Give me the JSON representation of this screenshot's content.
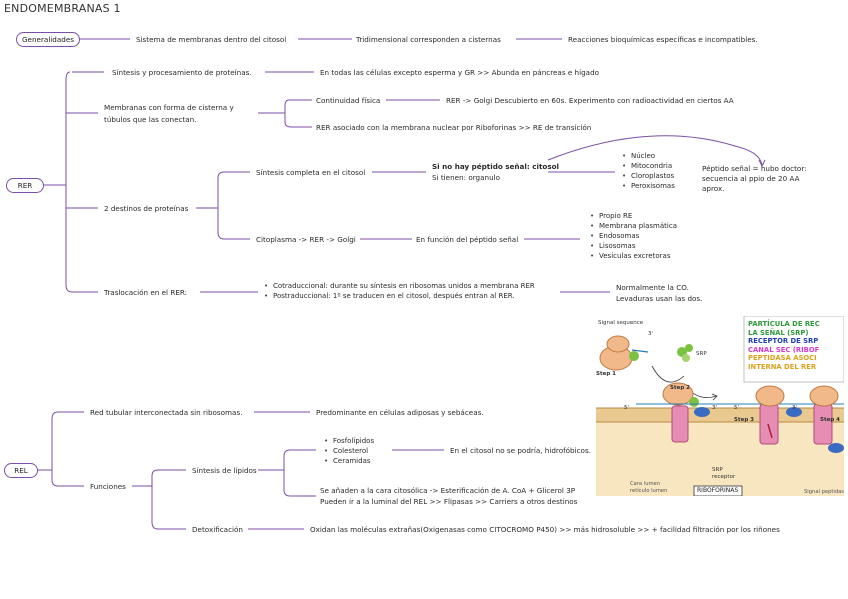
{
  "title": "ENDOMEMBRANAS 1",
  "top_row": {
    "root": "Generalidades",
    "items": [
      "Sistema de membranas dentro del citosol",
      "Tridimensional corresponden a cisternas",
      "Reacciones bioquímicas específicas e incompatibles."
    ]
  },
  "rer": {
    "root": "RER",
    "branch1": {
      "label": "Síntesis y procesamiento de proteínas.",
      "detail": "En todas las células excepto esperma y GR >> Abunda en páncreas e hígado"
    },
    "branch2": {
      "label_line1": "Membranas con forma de cisterna y",
      "label_line2": "túbulos que las conectan.",
      "sub1_label": "Continuidad física",
      "sub1_detail": "RER -> Golgi Descubierto en 60s. Experimento con radioactividad en ciertos AA",
      "sub2_label": "RER asociado con la membrana nuclear por Riboforinas >> RE de transición"
    },
    "branch3": {
      "label": "2 destinos de proteínas",
      "path1_label": "Síntesis completa en el citosol",
      "path1_cond1": "Si no hay péptido señal: citosol",
      "path1_cond2": "Si tienen: organulo",
      "path1_list": [
        "Núcleo",
        "Mitocondria",
        "Cloroplastos",
        "Peroxisomas"
      ],
      "peptide_line1": "Péptido señal = hubo doctor:",
      "peptide_line2": "secuencia al ppio de 20 AA",
      "peptide_line3": "aprox.",
      "path2_label": "Citoplasma -> RER -> Golgi",
      "path2_mid": "En función del péptido señal",
      "path2_list": [
        "Propio RE",
        "Membrana plasmática",
        "Endosomas",
        "Lisosomas",
        "Vesículas excretoras"
      ]
    },
    "branch4": {
      "label": "Traslocación en el RER:",
      "item1": "Cotraduccional: durante su síntesis en ribosomas unidos a membrana RER",
      "item2": "Postraduccional: 1º se traducen en el citosol, después entran al RER.",
      "note1": "Normalmente la CO.",
      "note2": "Levaduras usan las dos."
    }
  },
  "rel": {
    "root": "REL",
    "branch1": {
      "label": "Red tubular interconectada sin ribosomas.",
      "detail": "Predominante en células adiposas y sebáceas."
    },
    "branch2": {
      "label": "Funciones",
      "lipids_label": "Síntesis de lípidos",
      "lipids_list": [
        "Fosfolípidos",
        "Colesterol",
        "Ceramidas"
      ],
      "lipids_note": "En el citosol no se podría, hidrofóbicos.",
      "lipids_line1": "Se añaden a la cara citosólica -> Esterificación de A. CoA + Glicerol 3P",
      "lipids_line2": "Pueden ir a la luminal del REL >> Flipasas >> Carriers a otros destinos",
      "detox_label": "Detoxificación",
      "detox_detail": "Oxidan las moléculas extrañas(Oxigenasas como CITOCROMO P450) >> más hidrosoluble >> + facilidad filtración por los riñones"
    }
  },
  "figure": {
    "signal_label": "Signal sequence",
    "srp_label": "SRP",
    "step1": "Step 1",
    "step2": "Step 2",
    "step3": "Step 3",
    "step4": "Step 4",
    "five_prime_a": "5'",
    "three_prime_a": "3'",
    "five_prime_b": "5'",
    "three_prime_b": "3'",
    "five_prime_c": "5'",
    "three_prime_c": "3'",
    "five_prime_d": "5'",
    "three_prime_d": "3'",
    "srp_receptor_1": "SRP",
    "srp_receptor_2": "receptor",
    "cytosol_1": "Cara lumen",
    "cytosol_2": "retículo lumen",
    "riboforinas": "RIBOFORINAS",
    "signal_peptidase": "Signal peptidase",
    "legend": [
      {
        "text": "PARTÍCULA DE REC",
        "color": "#2e9a3a"
      },
      {
        "text": "LA SEÑAL (SRP)",
        "color": "#2e9a3a"
      },
      {
        "text": "RECEPTOR DE SRP",
        "color": "#1f3fb0"
      },
      {
        "text": "CANAL SEC (RIBOF",
        "color": "#d23ad2"
      },
      {
        "text": "PEPTIDASA ASOCI",
        "color": "#d9a21a"
      },
      {
        "text": "INTERNA DEL RER",
        "color": "#d9a21a"
      }
    ]
  },
  "colors": {
    "line": "#7b4fa6",
    "accent": "#7b4fa6"
  }
}
